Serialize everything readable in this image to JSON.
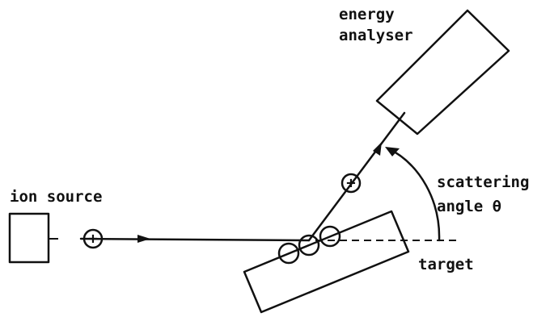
{
  "diagram": {
    "labels": {
      "energy_line1": "energy",
      "energy_line2": "analyser",
      "ion_source": "ion source",
      "scattering_line1": "scattering",
      "scattering_line2": "angle θ",
      "target": "target"
    },
    "ion_symbol": "+"
  }
}
